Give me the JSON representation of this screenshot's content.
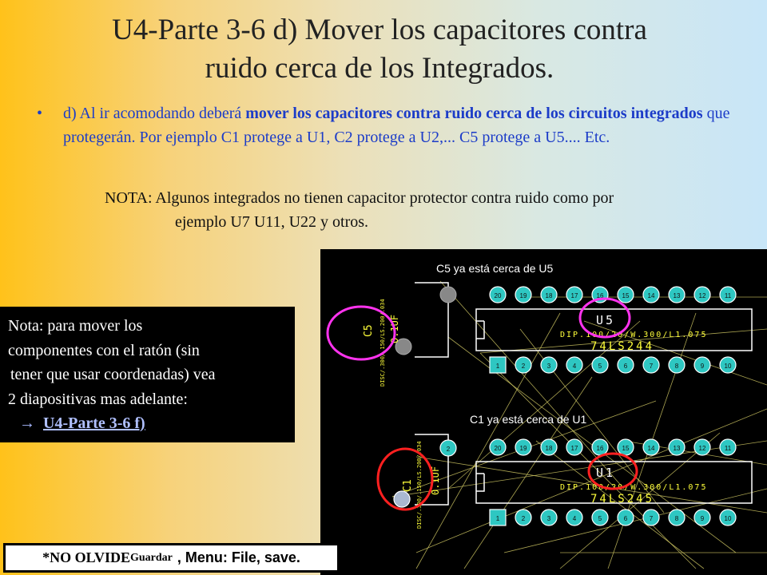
{
  "title_line1": "U4-Parte 3-6 d) Mover los capacitores contra",
  "title_line2": "ruido cerca de los Integrados.",
  "bullet": {
    "symbol": "•",
    "part1": "d) Al ir acomodando deberá ",
    "bold": "mover los capacitores contra ruido cerca de los circuitos integrados",
    "part2": " que protegerán. Por ejemplo C1 protege a U1, C2 protege a U2,... C5 protege a U5.... Etc."
  },
  "nota": {
    "part1": "NOTA: Algunos integrados no tienen capacitor protector contra ruido como por",
    "part2": "ejemplo U7 U11, U22  y otros."
  },
  "side_note": {
    "line1": "Nota: para mover los",
    "line2": "componentes con el ratón (sin",
    "line3": "tener que usar coordenadas) vea",
    "line4": "2 diapositivas mas adelante:",
    "arrow": "→",
    "link": "U4-Parte 3-6 f)"
  },
  "save_note": {
    "prefix": "*NO OLVIDE ",
    "small": "Guardar",
    "suffix": ", Menu: File, save."
  },
  "pcb": {
    "label_top": "C5 ya está cerca de U5",
    "label_bottom": "C1 ya está cerca de U1",
    "top_chip": {
      "ref": "U5",
      "part": "74LS244",
      "footprint": "DIP.100/20/W.300/L1.075",
      "pins_top": [
        "20",
        "19",
        "18",
        "17",
        "16",
        "15",
        "14",
        "13",
        "12",
        "11"
      ],
      "pins_bottom": [
        "1",
        "2",
        "3",
        "4",
        "5",
        "6",
        "7",
        "8",
        "9",
        "10"
      ]
    },
    "bottom_chip": {
      "ref": "U1",
      "part": "74LS245",
      "footprint": "DIP.100/20/W.300/L1.075",
      "pins_top": [
        "20",
        "19",
        "18",
        "17",
        "16",
        "15",
        "14",
        "13",
        "12",
        "11"
      ],
      "pins_bottom": [
        "1",
        "2",
        "3",
        "4",
        "5",
        "6",
        "7",
        "8",
        "9",
        "10"
      ]
    },
    "cap_top": {
      "ref": "C5",
      "value": "0.1UF",
      "footprint": "DISC/.300/.150/LS.200/.034"
    },
    "cap_bottom": {
      "ref": "C1",
      "value": "0.1UF",
      "footprint": "DISC/.300/.150/LS.200/.034",
      "pin2": "2"
    },
    "colors": {
      "silk": "#ffff3a",
      "pad": "#2ec7c2",
      "pad_square": "#2ec7c2",
      "circle_magenta": "#ff33ee",
      "circle_red": "#ff2020",
      "ratsnest": "#c8c060"
    }
  }
}
